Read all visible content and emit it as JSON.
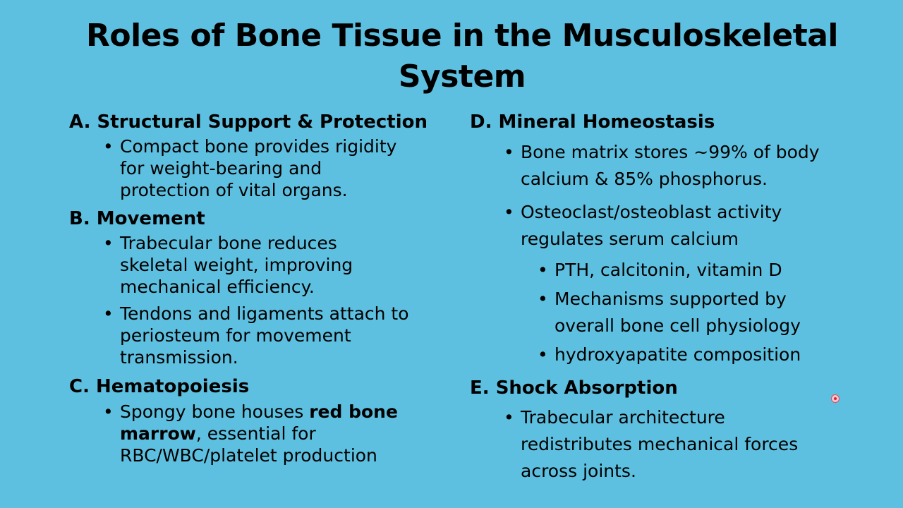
{
  "slide": {
    "title_line1": "Roles of Bone Tissue in the Musculoskeletal",
    "title_line2": "System"
  },
  "sections": {
    "a": {
      "heading": "A. Structural Support & Protection",
      "bullets": [
        [
          "Compact bone provides rigidity",
          "for weight-bearing and",
          "protection of vital organs."
        ]
      ]
    },
    "b": {
      "heading": "B. Movement",
      "bullets": [
        [
          "Trabecular bone reduces",
          "skeletal weight, improving",
          "mechanical efficiency."
        ],
        [
          "Tendons and ligaments attach to",
          "periosteum for movement",
          "transmission."
        ]
      ]
    },
    "c": {
      "heading": "C. Hematopoiesis",
      "bullet": {
        "pre": "Spongy bone houses ",
        "bold1": "red bone",
        "bold2": "marrow",
        "post": ", essential for",
        "line3": "RBC/WBC/platelet production"
      }
    },
    "d": {
      "heading": "D. Mineral Homeostasis",
      "bullets": [
        [
          "Bone matrix stores ~99% of body",
          "calcium & 85% phosphorus."
        ],
        [
          "Osteoclast/osteoblast activity",
          "regulates serum calcium"
        ]
      ],
      "sub_bullets": [
        [
          "PTH, calcitonin, vitamin D"
        ],
        [
          "Mechanisms supported by",
          "overall bone cell physiology"
        ],
        [
          "hydroxyapatite composition"
        ]
      ]
    },
    "e": {
      "heading": "E. Shock Absorption",
      "bullets": [
        [
          "Trabecular architecture",
          "redistributes mechanical forces",
          "across joints."
        ]
      ]
    }
  },
  "bullet_glyph": "•",
  "colors": {
    "background": "#5ec0e0",
    "text": "#000000",
    "cursor": "#d6203a"
  }
}
